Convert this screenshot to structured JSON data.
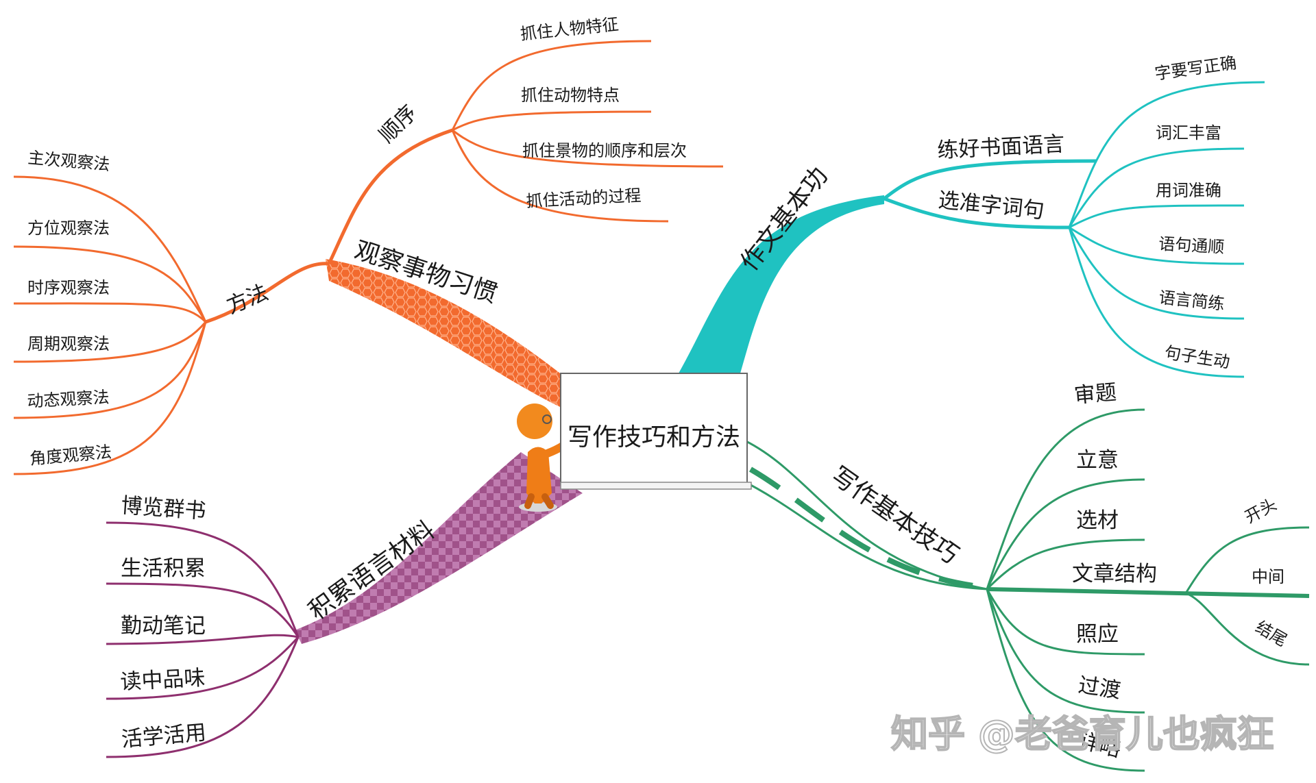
{
  "center": {
    "title": "写作技巧和方法"
  },
  "branches": {
    "observe": {
      "label": "观察事物习惯",
      "color": "#f26a2e",
      "order": {
        "label": "顺序",
        "items": [
          "抓住人物特征",
          "抓住动物特点",
          "抓住景物的顺序和层次",
          "抓住活动的过程"
        ]
      },
      "method": {
        "label": "方法",
        "items": [
          "主次观察法",
          "方位观察法",
          "时序观察法",
          "周期观察法",
          "动态观察法",
          "角度观察法"
        ]
      }
    },
    "basics": {
      "label": "作文基本功",
      "color": "#1fc2c1",
      "written": {
        "label": "练好书面语言"
      },
      "words": {
        "label": "选准字词句",
        "items": [
          "字要写正确",
          "词汇丰富",
          "用词准确",
          "语句通顺",
          "语言简练",
          "句子生动"
        ]
      }
    },
    "accumulate": {
      "label": "积累语言材料",
      "color": "#8e2f6e",
      "items": [
        "博览群书",
        "生活积累",
        "勤动笔记",
        "读中品味",
        "活学活用"
      ]
    },
    "skills": {
      "label": "写作基本技巧",
      "color": "#2e9a67",
      "items": [
        "审题",
        "立意",
        "选材",
        "文章结构",
        "照应",
        "过渡",
        "详略"
      ],
      "structure": {
        "items": [
          "开头",
          "中间",
          "结尾"
        ]
      }
    }
  },
  "watermark": "知乎 @老爸育儿也疯狂"
}
